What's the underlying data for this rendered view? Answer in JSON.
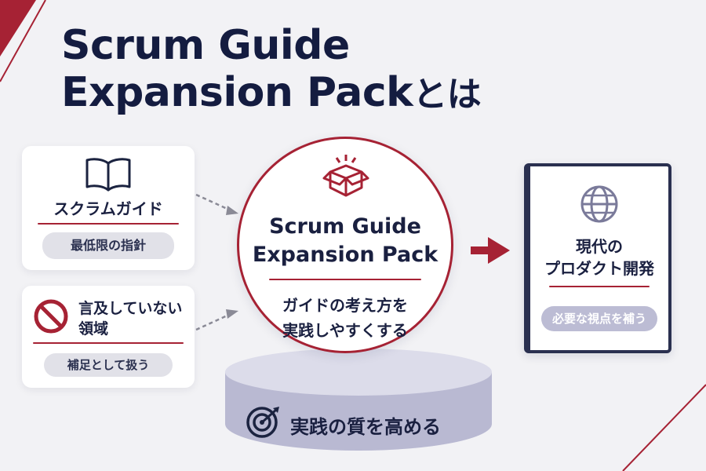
{
  "title": {
    "main_line1": "Scrum Guide",
    "main_line2": "Expansion Pack",
    "suffix": "とは"
  },
  "left_top_card": {
    "icon": "open-book-icon",
    "label": "スクラムガイド",
    "pill": "最低限の指針"
  },
  "left_bottom_card": {
    "icon": "prohibited-icon",
    "label_line1": "言及していない",
    "label_line2": "領域",
    "pill": "補足として扱う"
  },
  "center_circle": {
    "icon": "open-box-icon",
    "title_line1": "Scrum Guide",
    "title_line2": "Expansion Pack",
    "desc_line1": "ガイドの考え方を",
    "desc_line2": "実践しやすくする"
  },
  "pedestal": {
    "icon": "target-icon",
    "label": "実践の質を高める"
  },
  "right_card": {
    "icon": "globe-icon",
    "title_line1": "現代の",
    "title_line2": "プロダクト開発",
    "pill": "必要な視点を補う"
  },
  "colors": {
    "navy": "#141c40",
    "accent_red": "#a62234",
    "lavender": "#c9c9dc",
    "pill_gray": "#e1e1e8",
    "pill_lavender": "#bcbcd4"
  }
}
